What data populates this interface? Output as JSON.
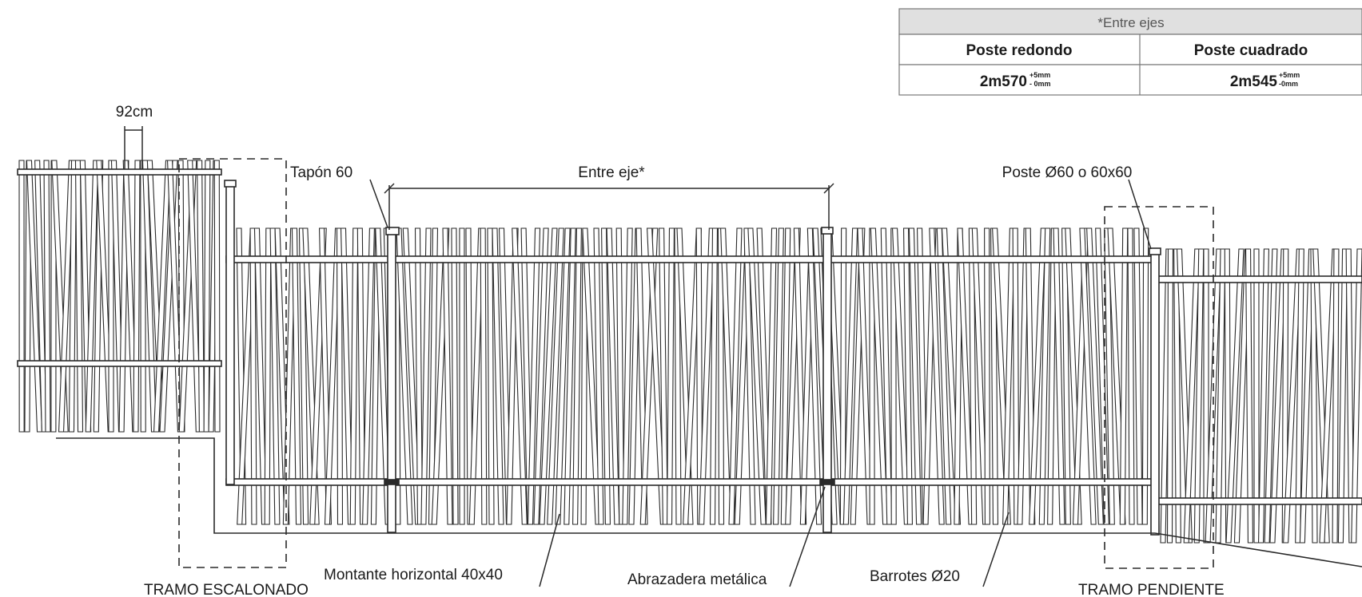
{
  "table": {
    "header": "*Entre ejes",
    "columns": [
      {
        "name": "Poste redondo",
        "value": "2m570",
        "tol_plus": "+5mm",
        "tol_minus": "- 0mm"
      },
      {
        "name": "Poste cuadrado",
        "value": "2m545",
        "tol_plus": "+5mm",
        "tol_minus": "-0mm"
      }
    ]
  },
  "labels": {
    "spacing": "92cm",
    "cap": "Tapón 60",
    "axis": "Entre eje*",
    "post": "Poste Ø60 o 60x60",
    "rail": "Montante horizontal 40x40",
    "clamp": "Abrazadera metálica",
    "bars": "Barrotes Ø20",
    "stepped": "TRAMO ESCALONADO",
    "slope": "TRAMO PENDIENTE"
  },
  "colors": {
    "line": "#2a2a2a",
    "table_header_bg": "#e0e0e0",
    "table_border": "#777777"
  }
}
